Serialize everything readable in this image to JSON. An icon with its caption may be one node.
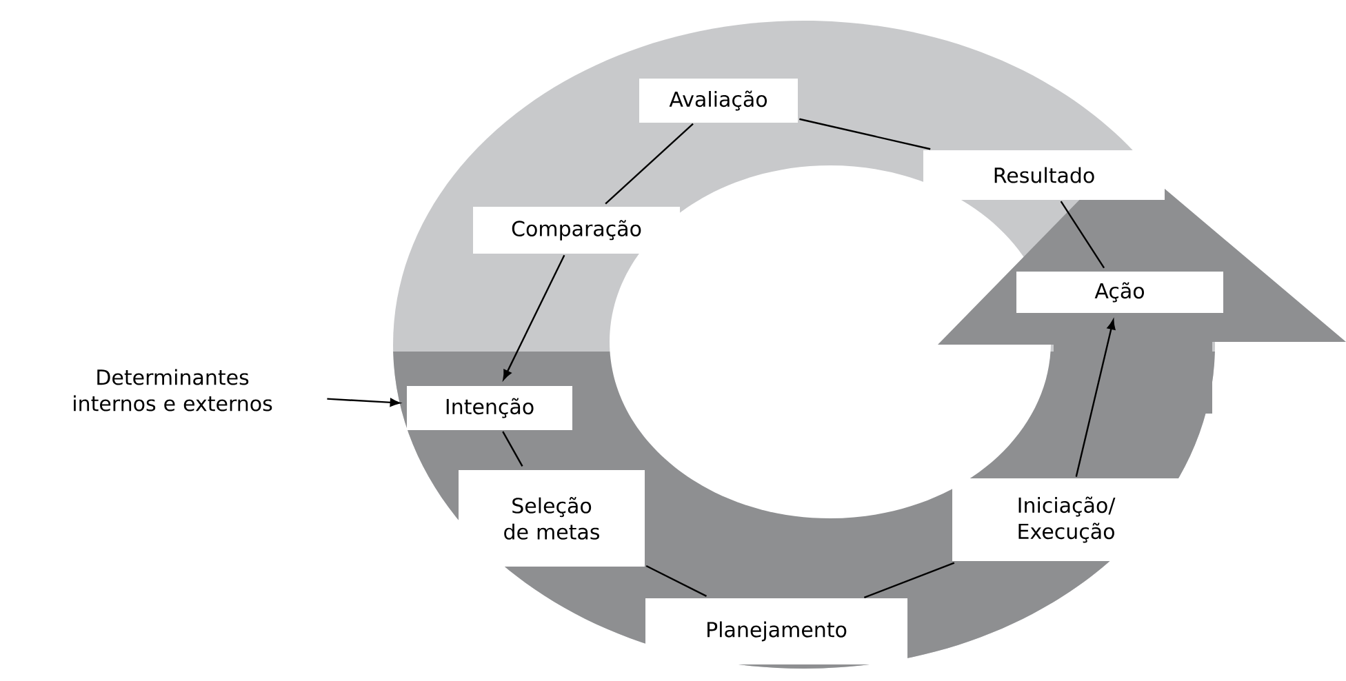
{
  "diagram": {
    "nodes": [
      {
        "text": [
          "Avaliação"
        ]
      },
      {
        "text": [
          "Resultado"
        ]
      },
      {
        "text": [
          "Comparação"
        ]
      },
      {
        "text": [
          "Ação"
        ]
      },
      {
        "text": [
          "Determinantes internos e externos"
        ]
      },
      {
        "text": [
          "Intenção"
        ]
      },
      {
        "text": [
          "Seleção de metas"
        ]
      },
      {
        "text": [
          "Iniciação/ Execução"
        ]
      },
      {
        "text": [
          "Planejamento"
        ]
      }
    ],
    "edges": [
      {
        "from": 0,
        "to": 1,
        "arrow": "none"
      },
      {
        "from": 1,
        "to": 3,
        "arrow": "none"
      },
      {
        "from": 0,
        "to": 2,
        "arrow": "none"
      },
      {
        "from": 2,
        "to": 5,
        "arrow": "to"
      },
      {
        "from": 4,
        "to": 5,
        "arrow": "to"
      },
      {
        "from": 5,
        "to": 6,
        "arrow": "none"
      },
      {
        "from": 6,
        "to": 8,
        "arrow": "none"
      },
      {
        "from": 8,
        "to": 7,
        "arrow": "none"
      },
      {
        "from": 7,
        "to": 3,
        "arrow": "to"
      }
    ]
  }
}
